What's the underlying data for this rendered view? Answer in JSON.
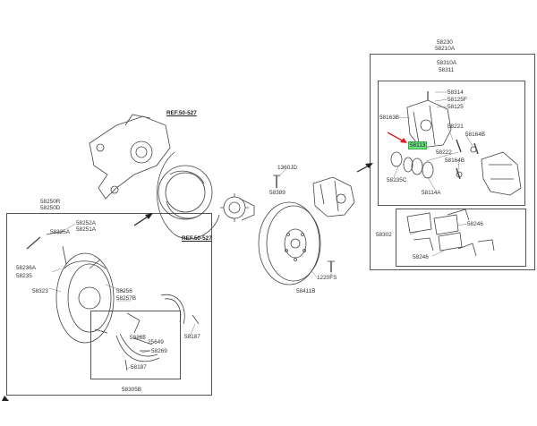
{
  "labels": {
    "ref_upper": "REF.50-527",
    "ref_lower": "REF.50-527",
    "l_1360JD": "1360JD",
    "l_58389": "58389",
    "l_58411B": "58411B",
    "l_1220FS": "1220FS",
    "l_58230": "58230",
    "l_58210A": "58210A",
    "l_58310A": "58310A",
    "l_58311": "58311",
    "l_58314": "58314",
    "l_58125F": "58125F",
    "l_58125": "58125",
    "l_58163B": "58163B",
    "l_58221": "58221",
    "l_58164B_a": "58164B",
    "l_58113": "58113",
    "l_58222": "58222",
    "l_58164B_b": "58164B",
    "l_58235C": "58235C",
    "l_58114A": "58114A",
    "l_58302": "58302",
    "l_58246_a": "58246",
    "l_58246_b": "58246",
    "l_58250R": "58250R",
    "l_58250D": "58250D",
    "l_58252A": "58252A",
    "l_58251A": "58251A",
    "l_58325A": "58325A",
    "l_58236A": "58236A",
    "l_58235": "58235",
    "l_58323": "58323",
    "l_58256": "58256",
    "l_58257B": "58257B",
    "l_58268": "58268",
    "l_25649": "25649",
    "l_58269": "58269",
    "l_58187_a": "58187",
    "l_58187_b": "58187",
    "l_58305B": "58305B"
  },
  "colors": {
    "highlight": "#6fe27a",
    "arrow": "#e11b1b",
    "line": "#444444"
  }
}
